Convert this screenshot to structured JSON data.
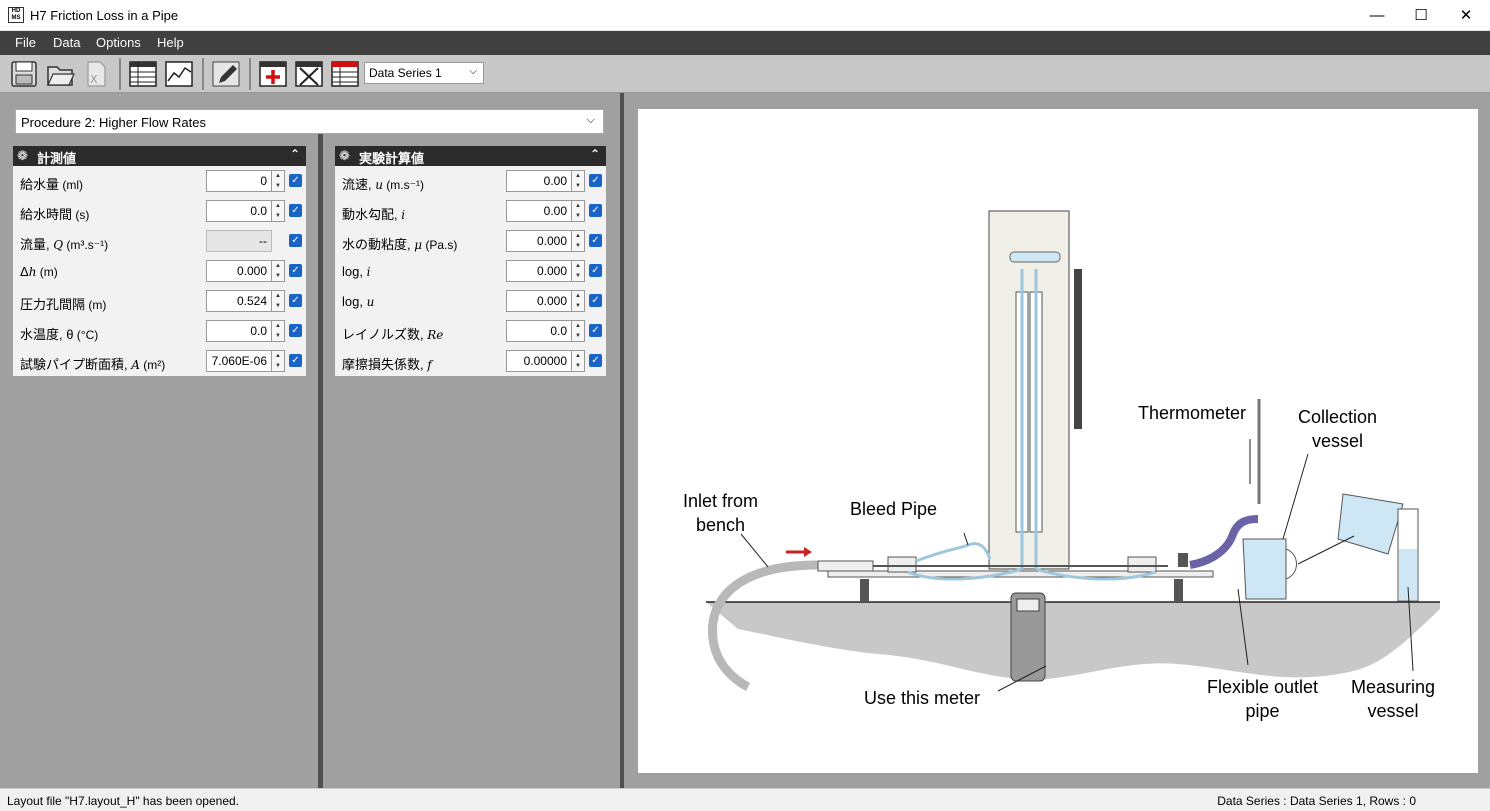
{
  "window": {
    "title": "H7 Friction Loss in a Pipe",
    "icon_text": "H7"
  },
  "menu": [
    "File",
    "Data",
    "Options",
    "Help"
  ],
  "toolbar": {
    "series_select": "Data Series 1"
  },
  "procedure": {
    "selected": "Procedure 2: Higher Flow Rates"
  },
  "measured": {
    "title": "計測値",
    "rows": [
      {
        "label": "給水量",
        "sym": "",
        "unit": " (ml)",
        "value": "0",
        "readonly": false
      },
      {
        "label": "給水時間",
        "sym": "",
        "unit": " (s)",
        "value": "0.0",
        "readonly": false
      },
      {
        "label": "流量, ",
        "sym": "Q",
        "unit": " (m³.s⁻¹)",
        "value": "--",
        "readonly": true
      },
      {
        "label": "Δ",
        "sym": "h",
        "unit": " (m)",
        "value": "0.000",
        "readonly": false
      },
      {
        "label": "圧力孔間隔",
        "sym": "",
        "unit": " (m)",
        "value": "0.524",
        "readonly": false
      },
      {
        "label": "水温度, θ",
        "sym": "",
        "unit": " (°C)",
        "value": "0.0",
        "readonly": false
      },
      {
        "label": "試験パイプ断面積, ",
        "sym": "A",
        "unit": " (m²)",
        "value": "7.060E-06",
        "readonly": false
      }
    ]
  },
  "calculated": {
    "title": "実験計算値",
    "rows": [
      {
        "label": "流速, ",
        "sym": "u",
        "unit": " (m.s⁻¹)",
        "value": "0.00",
        "readonly": false
      },
      {
        "label": "動水勾配, ",
        "sym": "i",
        "unit": "",
        "value": "0.00",
        "readonly": false
      },
      {
        "label": "水の動粘度, ",
        "sym": "μ",
        "unit": " (Pa.s)",
        "value": "0.000",
        "readonly": false
      },
      {
        "label": "log, ",
        "sym": "i",
        "unit": "",
        "value": "0.000",
        "readonly": false
      },
      {
        "label": "log, ",
        "sym": "u",
        "unit": "",
        "value": "0.000",
        "readonly": false
      },
      {
        "label": "レイノルズ数, ",
        "sym": "Re",
        "unit": "",
        "value": "0.0",
        "readonly": false
      },
      {
        "label": "摩擦損失係数, ",
        "sym": "f",
        "unit": "",
        "value": "0.00000",
        "readonly": false
      }
    ]
  },
  "diagram": {
    "labels": {
      "inlet": "Inlet from\nbench",
      "bleed": "Bleed Pipe",
      "thermometer": "Thermometer",
      "collection": "Collection\nvessel",
      "meter": "Use this meter",
      "flexible": "Flexible outlet\npipe",
      "measuring": "Measuring\nvessel"
    },
    "colors": {
      "water": "#cfe6f5",
      "pipe": "#9ec6dc",
      "arrow": "#cc1f1f",
      "bench": "#c8c8c8"
    }
  },
  "status": {
    "left": "Layout file \"H7.layout_H\" has been opened.",
    "right": "Data Series : Data Series 1,  Rows : 0"
  }
}
